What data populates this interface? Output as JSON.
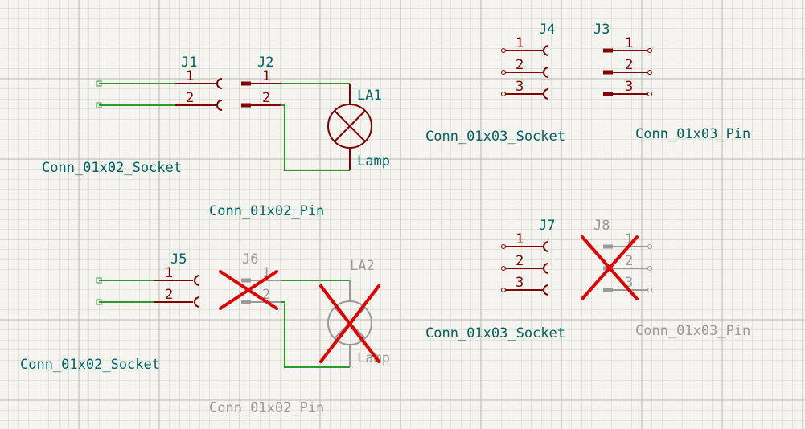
{
  "colors": {
    "background": "#f5f4ef",
    "grid": "#c9c8c0",
    "grid_major": "#b7b6ae",
    "body": "#840000",
    "wire": "#2d9a2d",
    "label": "#006464",
    "dnp": "#9a9a9a",
    "dnp_cross": "#e00000"
  },
  "symbols": [
    {
      "ref": "J1",
      "value": "Conn_01x02_Socket",
      "kind": "socket",
      "dnp": false,
      "pins": [
        "1",
        "2"
      ]
    },
    {
      "ref": "J2",
      "value": "Conn_01x02_Pin",
      "kind": "pin",
      "dnp": false,
      "pins": [
        "1",
        "2"
      ]
    },
    {
      "ref": "LA1",
      "value": "Lamp",
      "kind": "lamp",
      "dnp": false
    },
    {
      "ref": "J4",
      "value": "Conn_01x03_Socket",
      "kind": "socket",
      "dnp": false,
      "pins": [
        "1",
        "2",
        "3"
      ]
    },
    {
      "ref": "J3",
      "value": "Conn_01x03_Pin",
      "kind": "pin",
      "dnp": false,
      "pins": [
        "1",
        "2",
        "3"
      ]
    },
    {
      "ref": "J5",
      "value": "Conn_01x02_Socket",
      "kind": "socket",
      "dnp": false,
      "pins": [
        "1",
        "2"
      ]
    },
    {
      "ref": "J6",
      "value": "Conn_01x02_Pin",
      "kind": "pin",
      "dnp": true,
      "pins": [
        "1",
        "2"
      ]
    },
    {
      "ref": "LA2",
      "value": "Lamp",
      "kind": "lamp",
      "dnp": true
    },
    {
      "ref": "J7",
      "value": "Conn_01x03_Socket",
      "kind": "socket",
      "dnp": false,
      "pins": [
        "1",
        "2",
        "3"
      ]
    },
    {
      "ref": "J8",
      "value": "Conn_01x03_Pin",
      "kind": "pin",
      "dnp": true,
      "pins": [
        "1",
        "2",
        "3"
      ]
    }
  ]
}
